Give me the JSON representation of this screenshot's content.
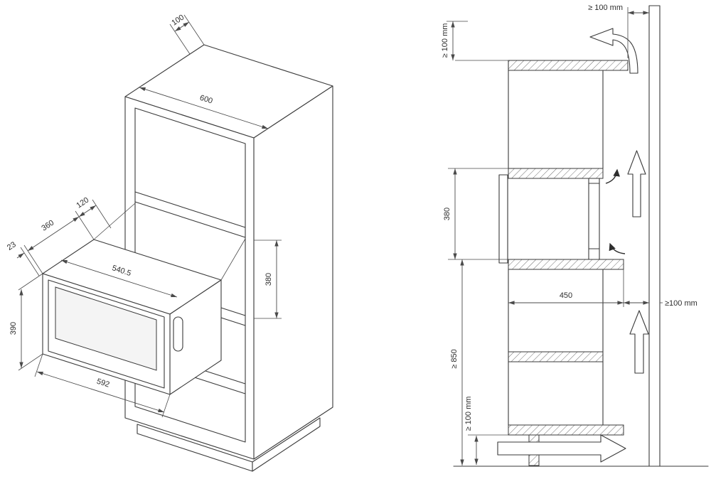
{
  "diagram": {
    "isometric_view": {
      "dimensions": {
        "top_depth": "100",
        "cabinet_width": "600",
        "inset_depth": "120",
        "appliance_depth": "360",
        "front_overhang": "23",
        "cutout_width": "540.5",
        "niche_height": "380",
        "appliance_height": "390",
        "appliance_width": "592"
      }
    },
    "section_view": {
      "dimensions": {
        "top_clearance": "≥ 100 mm",
        "upper_clearance": "≥ 100 mm",
        "niche_height": "380",
        "niche_depth": "450",
        "rear_clearance": "≥100 mm",
        "base_height": "≥ 850",
        "bottom_clearance": "≥ 100 mm"
      },
      "airflow_icons": {
        "top_outlet": "curved-exhaust-arrow",
        "rear_upper": "up-airflow-arrow",
        "rear_lower": "up-airflow-arrow",
        "base_inlet": "right-airflow-arrow"
      }
    }
  }
}
